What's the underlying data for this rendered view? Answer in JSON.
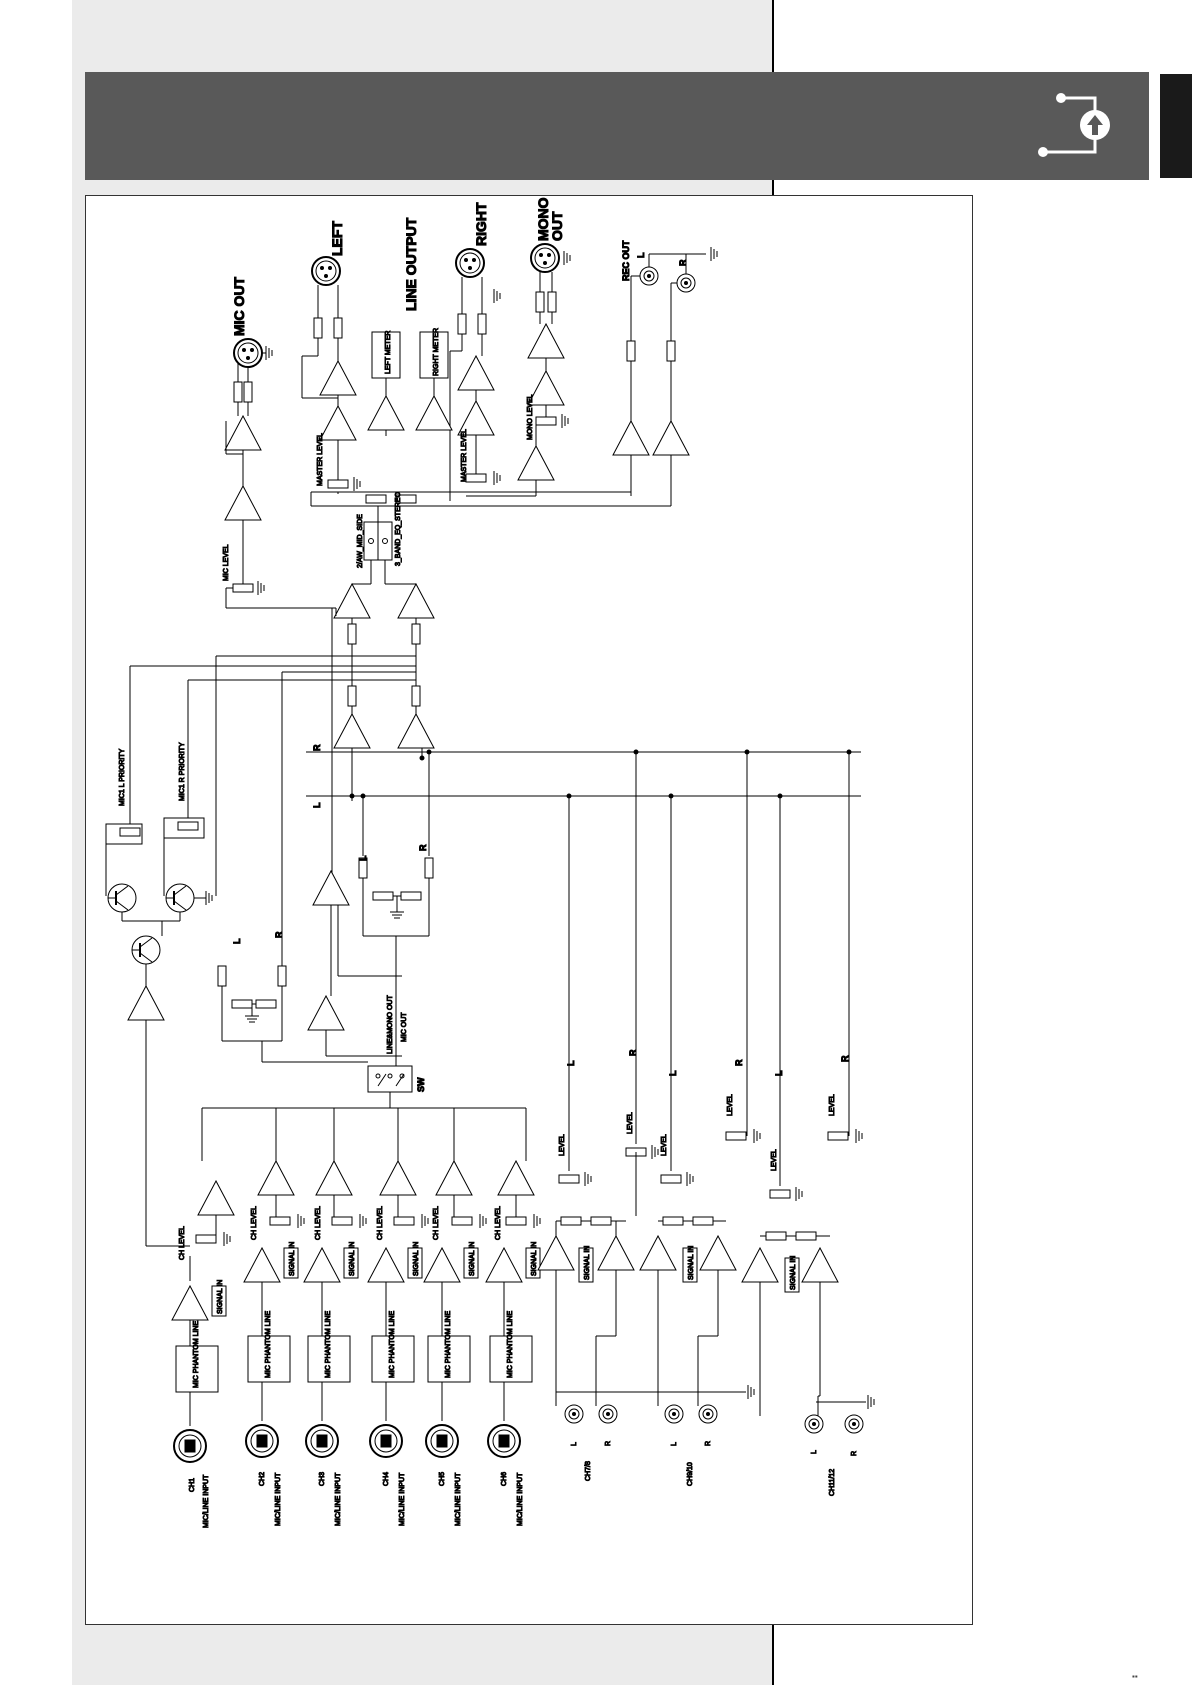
{
  "labels": {
    "mic_out": "MIC OUT",
    "left": "LEFT",
    "line_output": "LINE OUTPUT",
    "right": "RIGHT",
    "mono_out": "MONO OUT",
    "rec_out": "REC OUT",
    "l": "L",
    "r": "R",
    "left_meter": "LEFT METER",
    "right_meter": "RIGHT METER",
    "master_level": "MASTER LEVEL",
    "mono_level": "MONO LEVEL",
    "mic_level": "MIC LEVEL",
    "sw_mid_side": "2/AW_MID_SIDE",
    "band_eq_stereo": "3_BAND_EQ_STEREO",
    "mic1_l_priority": "MIC1 L PRIORITY",
    "mic1_r_priority": "MIC1 R PRIORITY",
    "line_mono_out": "LINE&MONO OUT",
    "mic_out_small": "MIC OUT",
    "sw": "SW",
    "ch_level": "CH LEVEL",
    "level": "LEVEL",
    "signal_in": "SIGNAL IN",
    "mic": "MIC",
    "phantom": "PHANTOM",
    "line": "LINE",
    "mic_line_input": "MIC/LINE INPUT",
    "ch1": "CH1",
    "ch2": "CH2",
    "ch3": "CH3",
    "ch4": "CH4",
    "ch5": "CH5",
    "ch6": "CH6",
    "ch78": "CH7/8",
    "ch910": "CH9/10",
    "ch1112": "CH11/12"
  }
}
